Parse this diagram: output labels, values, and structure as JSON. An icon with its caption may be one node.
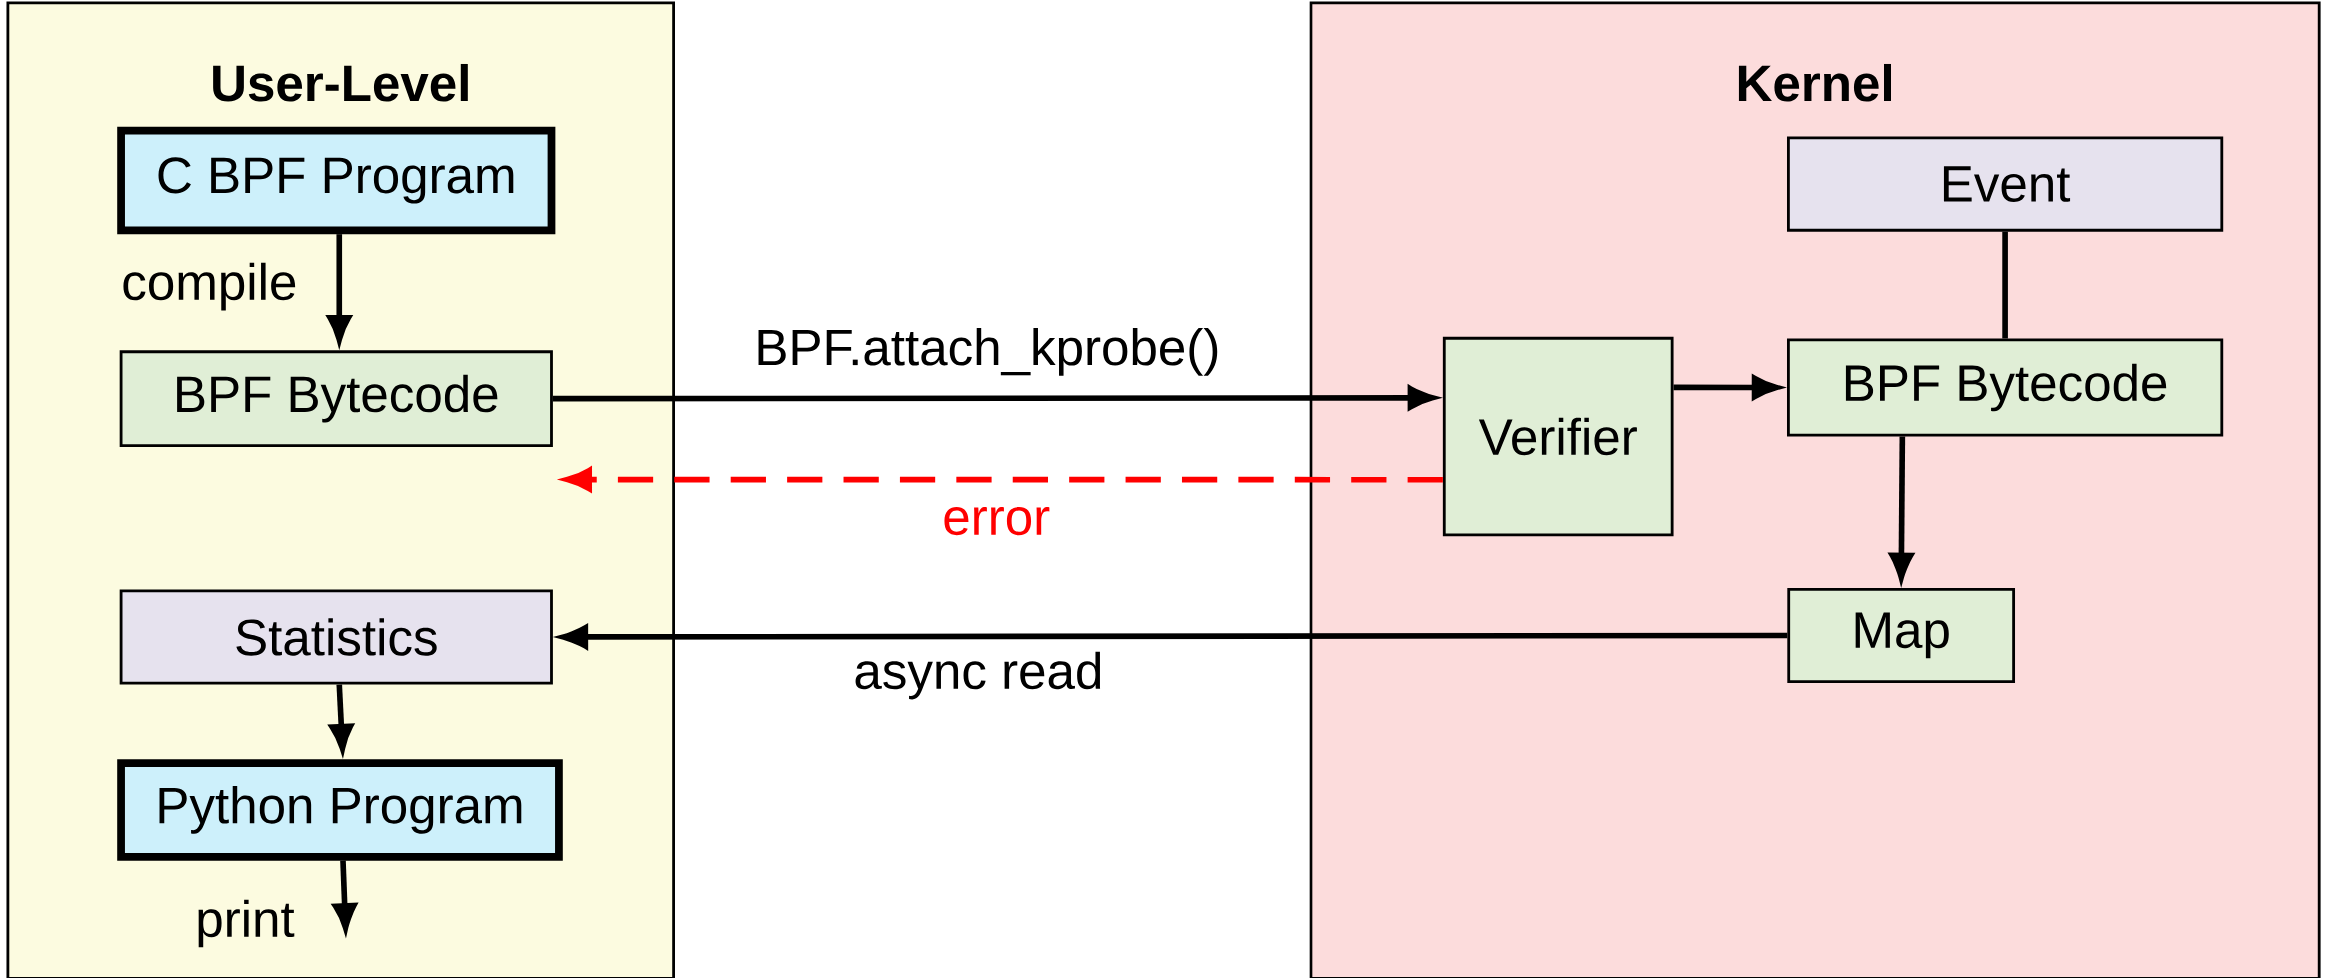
{
  "diagram": {
    "nodes": [
      {
        "text": [
          "User-Level"
        ]
      },
      {
        "text": [
          "C BPF Program"
        ],
        "in": 0
      },
      {
        "text": [
          "BPF Bytecode"
        ],
        "in": 0
      },
      {
        "text": [
          "Statistics"
        ],
        "in": 0
      },
      {
        "text": [
          "Python Program"
        ],
        "in": 0
      },
      {
        "text": [
          "Kernel"
        ]
      },
      {
        "text": [
          "Event"
        ],
        "in": 5
      },
      {
        "text": [
          "Verifier"
        ],
        "in": 5
      },
      {
        "text": [
          "BPF Bytecode"
        ],
        "in": 5
      },
      {
        "text": [
          "Map"
        ],
        "in": 5
      }
    ],
    "edges": [
      {
        "from": 1,
        "to": 2,
        "arrow": "to",
        "label": "compile"
      },
      {
        "from": 2,
        "to": 7,
        "arrow": "to",
        "label": "BPF.attach_kprobe()"
      },
      {
        "from": 7,
        "to": null,
        "arrow": "to",
        "label": "error",
        "style": "dashed",
        "color": "#ff0000"
      },
      {
        "from": 7,
        "to": 8,
        "arrow": "to"
      },
      {
        "from": 8,
        "to": 6,
        "arrow": "none"
      },
      {
        "from": 8,
        "to": 9,
        "arrow": "to"
      },
      {
        "from": 9,
        "to": 3,
        "arrow": "to",
        "label": "async read"
      },
      {
        "from": 3,
        "to": 4,
        "arrow": "to"
      },
      {
        "from": 4,
        "to": null,
        "arrow": "to",
        "label": "print"
      }
    ]
  }
}
